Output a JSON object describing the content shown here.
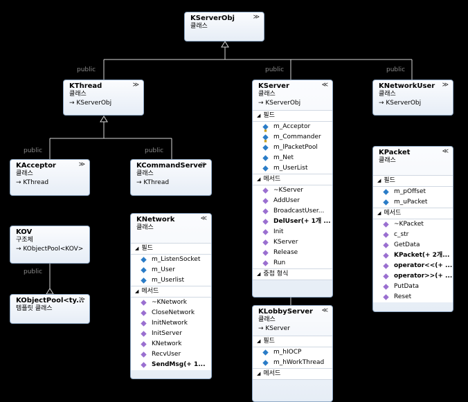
{
  "labels": {
    "public": "public",
    "arrow": "→",
    "kind_class": "클래스",
    "kind_struct": "구조체",
    "kind_template": "템플릿 클래스",
    "fields": "필드",
    "methods": "메서드",
    "nested": "중첩 형식",
    "expand": "≪",
    "collapse": "≫"
  },
  "KServerObj": {
    "title": "KServerObj",
    "kind": "클래스"
  },
  "KThread": {
    "title": "KThread",
    "kind": "클래스",
    "base": "→ KServerObj"
  },
  "KServer": {
    "title": "KServer",
    "kind": "클래스",
    "base": "→ KServerObj",
    "fields": [
      "m_Acceptor",
      "m_Commander",
      "m_lPacketPool",
      "m_Net",
      "m_UserList"
    ],
    "methods": [
      "~KServer",
      "AddUser",
      "BroadcastUser...",
      "DelUser(+ 1개 ...",
      "Init",
      "KServer",
      "Release",
      "Run"
    ]
  },
  "KNetworkUser": {
    "title": "KNetworkUser",
    "kind": "클래스",
    "base": "→ KServerObj"
  },
  "KAcceptor": {
    "title": "KAcceptor",
    "kind": "클래스",
    "base": "→ KThread"
  },
  "KCommandServer": {
    "title": "KCommandServer",
    "kind": "클래스",
    "base": "→ KThread"
  },
  "KOV": {
    "title": "KOV",
    "kind": "구조체",
    "base": "→ KObjectPool<KOV>"
  },
  "KObjectPool": {
    "title": "KObjectPool<ty...",
    "kind": "템플릿 클래스"
  },
  "KNetwork": {
    "title": "KNetwork",
    "kind": "클래스",
    "fields": [
      "m_ListenSocket",
      "m_User",
      "m_Userlist"
    ],
    "methods": [
      "~KNetwork",
      "CloseNetwork",
      "InitNetwork",
      "InitServer",
      "KNetwork",
      "RecvUser",
      "SendMsg(+ 1..."
    ]
  },
  "KPacket": {
    "title": "KPacket",
    "kind": "클래스",
    "fields": [
      "m_pOffset",
      "m_uPacket"
    ],
    "methods": [
      "~KPacket",
      "c_str",
      "GetData",
      "KPacket(+ 2개...",
      "operator<<(+ ...",
      "operator>>(+ ...",
      "PutData",
      "Reset"
    ]
  },
  "KLobbyServer": {
    "title": "KLobbyServer",
    "kind": "클래스",
    "base": "→ KServer",
    "fields": [
      "m_hIOCP",
      "m_hWorkThread"
    ],
    "methods_label": "메서드"
  }
}
